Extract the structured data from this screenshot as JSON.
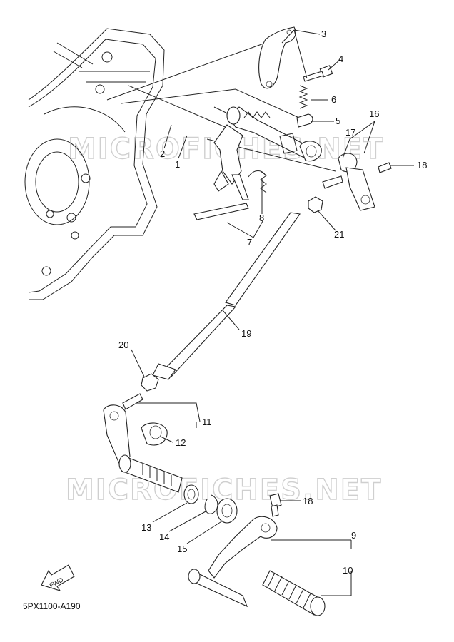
{
  "diagram": {
    "code": "5PX1100-A190",
    "watermark": "MICROFICHES.NET",
    "fwd_label": "FWD",
    "callouts": [
      "1",
      "2",
      "3",
      "4",
      "5",
      "6",
      "7",
      "8",
      "9",
      "10",
      "11",
      "12",
      "13",
      "14",
      "15",
      "16",
      "17",
      "18",
      "18",
      "19",
      "20",
      "21"
    ]
  }
}
